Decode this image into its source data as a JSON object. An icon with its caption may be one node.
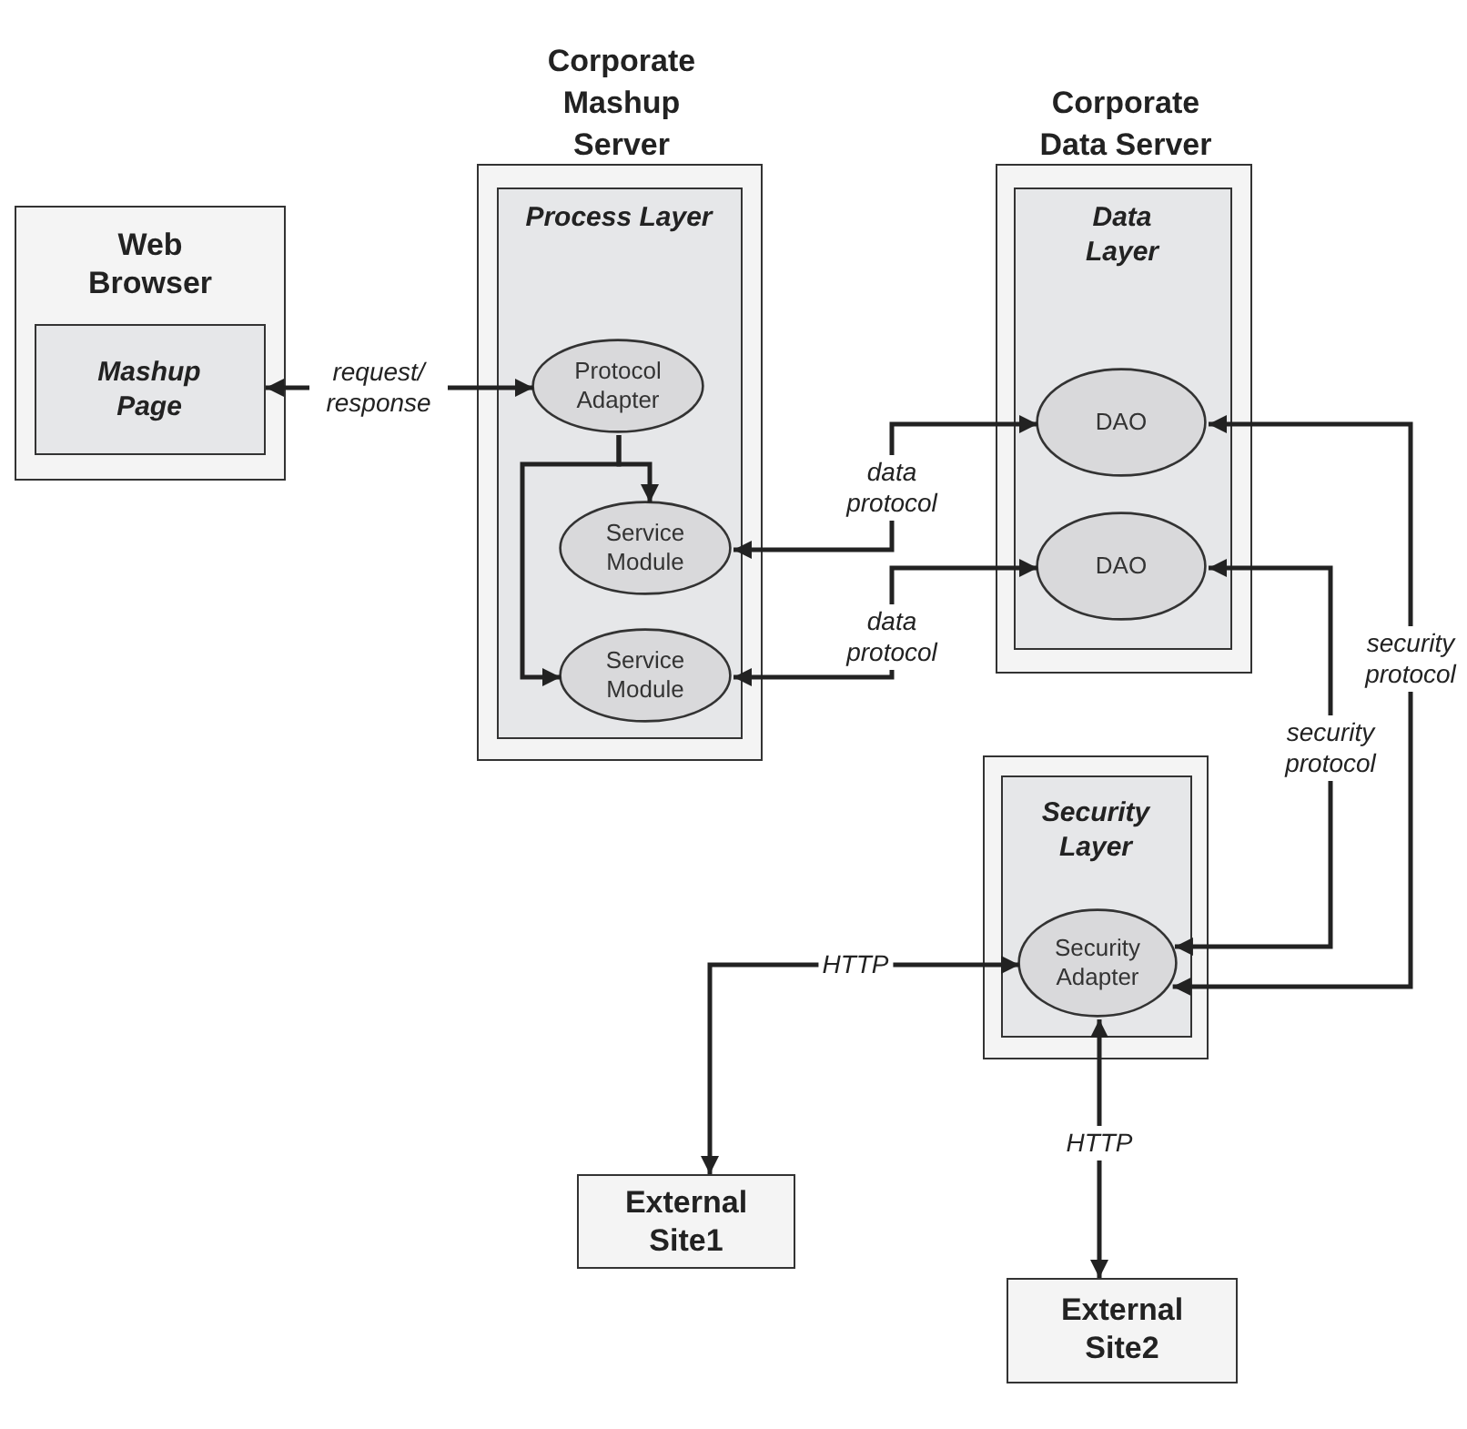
{
  "diagram": {
    "nodes": [
      {
        "text": [
          "Web Browser"
        ]
      },
      {
        "text": [
          "Mashup Page"
        ],
        "in": 0
      },
      {
        "text": [
          "Corporate Mashup Server"
        ]
      },
      {
        "text": [
          "Process Layer"
        ],
        "in": 2
      },
      {
        "text": [
          "Protocol Adapter"
        ],
        "in": 3
      },
      {
        "text": [
          "Service Module"
        ],
        "in": 3
      },
      {
        "text": [
          "Service Module"
        ],
        "in": 3
      },
      {
        "text": [
          "Corporate Data Server"
        ]
      },
      {
        "text": [
          "Data Layer"
        ],
        "in": 7
      },
      {
        "text": [
          "DAO"
        ],
        "in": 8
      },
      {
        "text": [
          "DAO"
        ],
        "in": 8
      },
      {
        "text": [],
        "shape": "box"
      },
      {
        "text": [
          "Security Layer"
        ],
        "in": 11
      },
      {
        "text": [
          "Security Adapter"
        ],
        "in": 12
      },
      {
        "text": [
          "External Site1"
        ]
      },
      {
        "text": [
          "External Site2"
        ]
      }
    ],
    "edges": [
      {
        "from": 1,
        "to": 4,
        "arrow": "both",
        "label": "request/ response"
      },
      {
        "from": 4,
        "to": 5,
        "arrow": "to"
      },
      {
        "from": 4,
        "to": 6,
        "arrow": "to"
      },
      {
        "from": 5,
        "to": 9,
        "arrow": "both",
        "label": "data protocol"
      },
      {
        "from": 6,
        "to": 10,
        "arrow": "both",
        "label": "data protocol"
      },
      {
        "from": 9,
        "to": 13,
        "arrow": "both",
        "label": "security protocol"
      },
      {
        "from": 10,
        "to": 13,
        "arrow": "both",
        "label": "security protocol"
      },
      {
        "from": 13,
        "to": 14,
        "arrow": "both",
        "label": "HTTP"
      },
      {
        "from": 13,
        "to": 15,
        "arrow": "both",
        "label": "HTTP"
      }
    ]
  }
}
